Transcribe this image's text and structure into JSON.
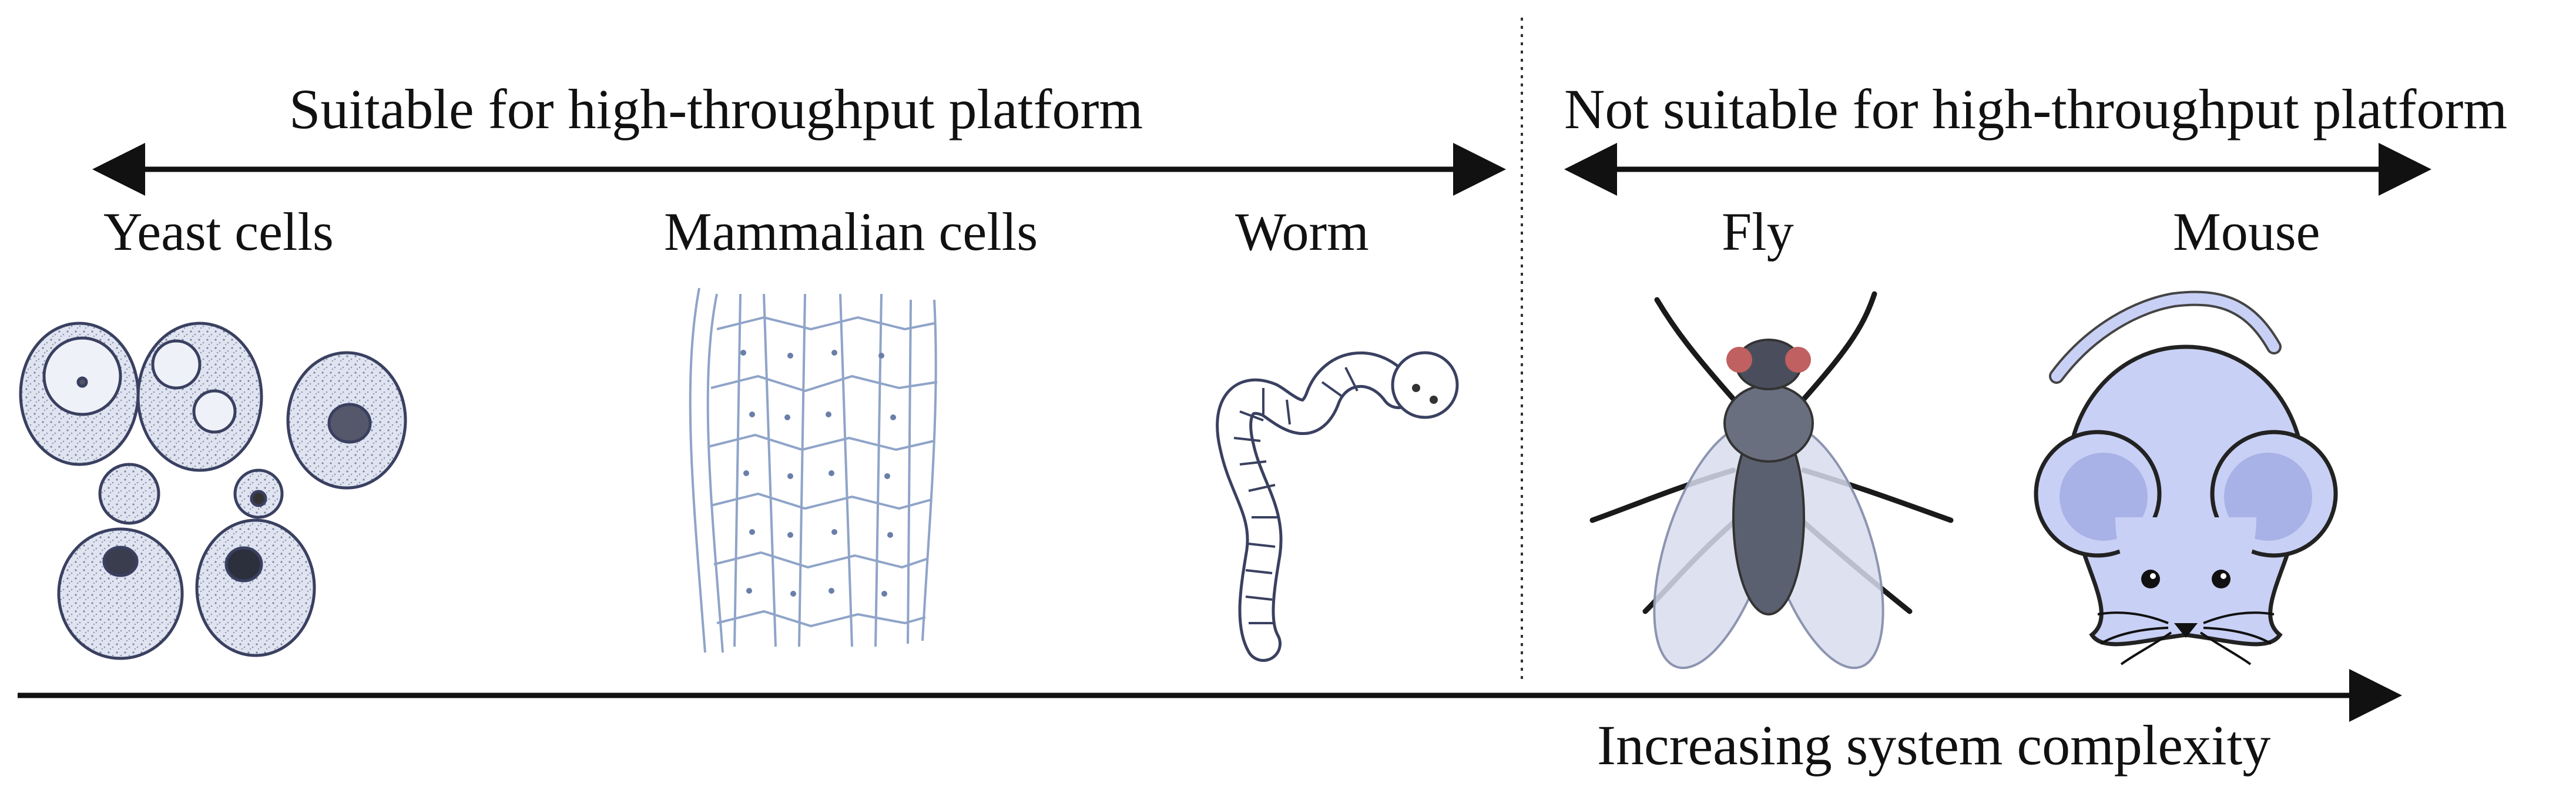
{
  "header": {
    "left_text": "Suitable for high-throughput platform",
    "right_text": "Not suitable for high-throughput platform"
  },
  "organisms": {
    "yeast": "Yeast cells",
    "mammalian": "Mammalian cells",
    "worm": "Worm",
    "fly": "Fly",
    "mouse": "Mouse"
  },
  "footer": {
    "axis_text": "Increasing system complexity"
  },
  "colors": {
    "text": "#111111",
    "arrow": "#111111",
    "mouse_body": "#c9d0f5",
    "mouse_ear": "#a9b2e6",
    "fly_body": "#5b6070",
    "fly_eye": "#c06060",
    "fly_wing": "#d8dcec",
    "cell_line": "#8fa4c8"
  }
}
